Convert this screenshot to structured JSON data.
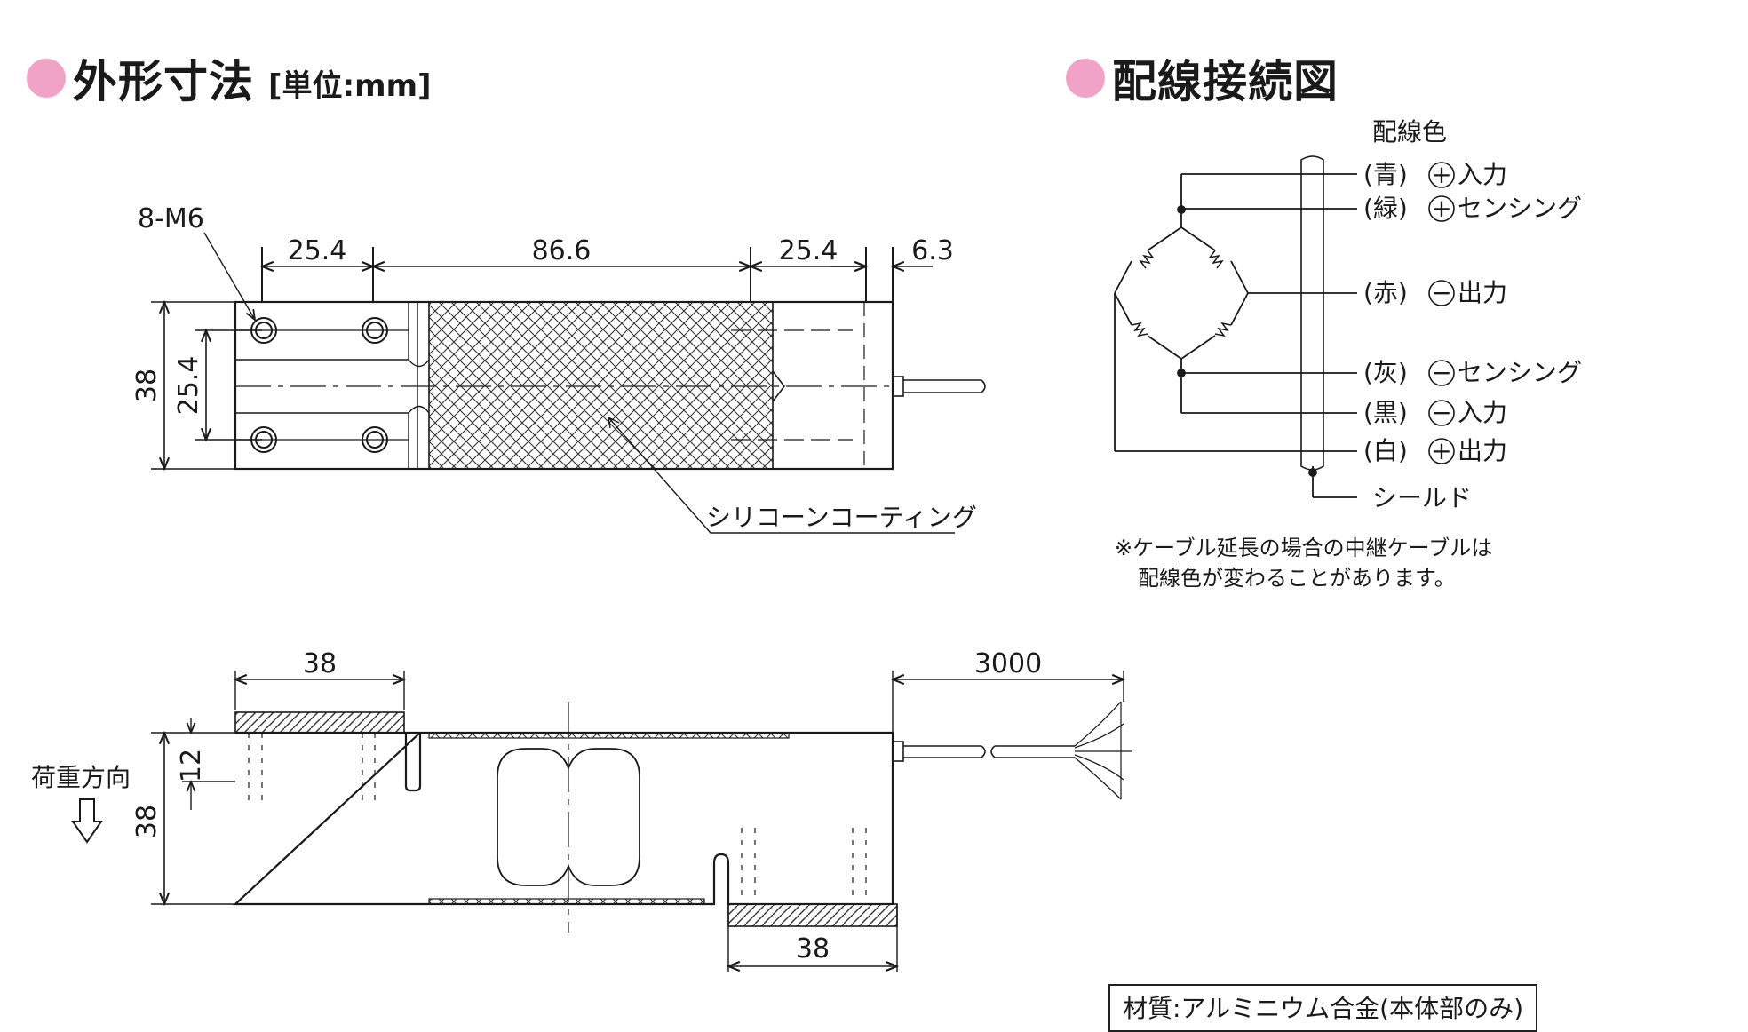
{
  "headings": {
    "dimensions_title": "外形寸法",
    "dimensions_unit": "[単位:mm]",
    "wiring_title": "配線接続図"
  },
  "top_view": {
    "hole_callout": "8-M6",
    "dims_horizontal": [
      "25.4",
      "86.6",
      "25.4",
      "6.3"
    ],
    "dim_height": "38",
    "dim_hole_pitch": "25.4",
    "coating_label": "シリコーンコーティング"
  },
  "side_view": {
    "dim_left_width": "38",
    "dim_cable_length": "3000",
    "dim_height": "38",
    "dim_top_depth": "12",
    "dim_bottom_width": "38",
    "load_direction_label": "荷重方向",
    "load_arrow_icon": "down-arrow-icon"
  },
  "wiring": {
    "color_header": "配線色",
    "wires": [
      {
        "color": "(青)",
        "sign": "+",
        "function": "入力"
      },
      {
        "color": "(緑)",
        "sign": "+",
        "function": "センシング"
      },
      {
        "color": "(赤)",
        "sign": "−",
        "function": "出力"
      },
      {
        "color": "(灰)",
        "sign": "−",
        "function": "センシング"
      },
      {
        "color": "(黒)",
        "sign": "−",
        "function": "入力"
      },
      {
        "color": "(白)",
        "sign": "+",
        "function": "出力"
      }
    ],
    "shield_label": "シールド",
    "note_line1": "※ケーブル延長の場合の中継ケーブルは",
    "note_line2": "配線色が変わることがあります。"
  },
  "material_label": "材質:アルミニウム合金(本体部のみ)",
  "colors": {
    "bullet": "#f0a3c7",
    "line": "#1a1a1a"
  }
}
